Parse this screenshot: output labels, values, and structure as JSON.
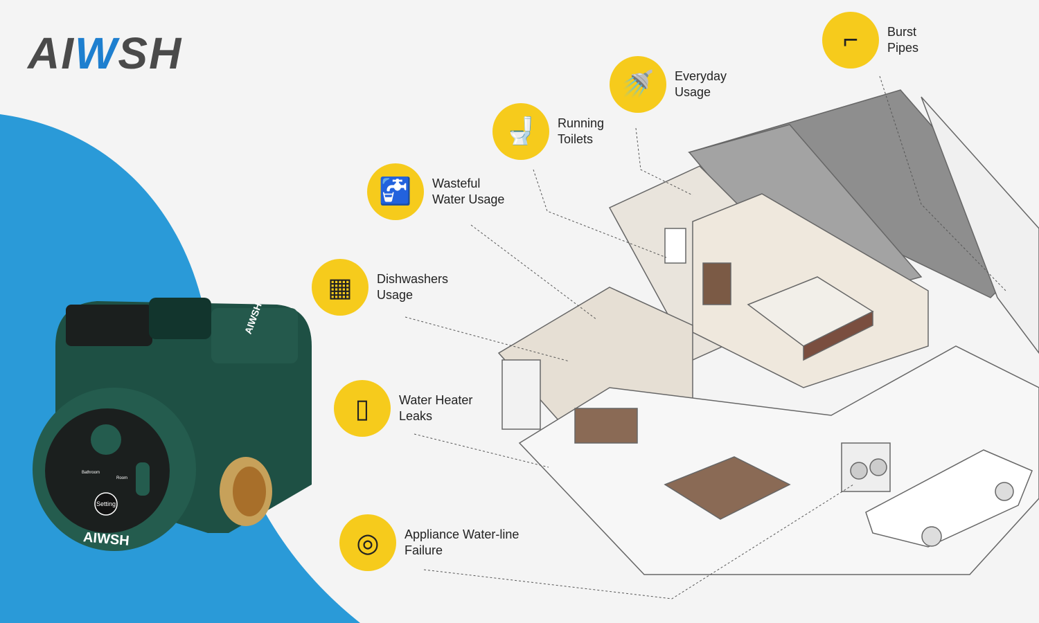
{
  "brand": {
    "logo_text": "AIWSH",
    "logo_part1": "AI",
    "logo_part2": "W",
    "logo_part3": "SH"
  },
  "colors": {
    "blue": "#2a9ad8",
    "yellow": "#f6cb1c",
    "device_green": "#1e5044",
    "background": "#f4f4f4"
  },
  "device": {
    "brand_front": "AIWSH",
    "brand_top": "AIWSH",
    "button_label": "Setting",
    "indicator_left": "Bathroom",
    "indicator_right": "Room"
  },
  "callouts": [
    {
      "icon": "burst-pipe-icon",
      "glyph": "⌐",
      "line1": "Burst",
      "line2": "Pipes"
    },
    {
      "icon": "shower-head-icon",
      "glyph": "🚿",
      "line1": "Everyday",
      "line2": "Usage"
    },
    {
      "icon": "toilet-icon",
      "glyph": "🚽",
      "line1": "Running",
      "line2": "Toilets"
    },
    {
      "icon": "faucet-icon",
      "glyph": "🚰",
      "line1": "Wasteful",
      "line2": "Water Usage"
    },
    {
      "icon": "dishwasher-icon",
      "glyph": "▦",
      "line1": "Dishwashers",
      "line2": "Usage"
    },
    {
      "icon": "water-heater-icon",
      "glyph": "▯",
      "line1": "Water Heater",
      "line2": "Leaks"
    },
    {
      "icon": "washing-machine-icon",
      "glyph": "◎",
      "line1": "Appliance Water-line",
      "line2": "Failure"
    }
  ]
}
